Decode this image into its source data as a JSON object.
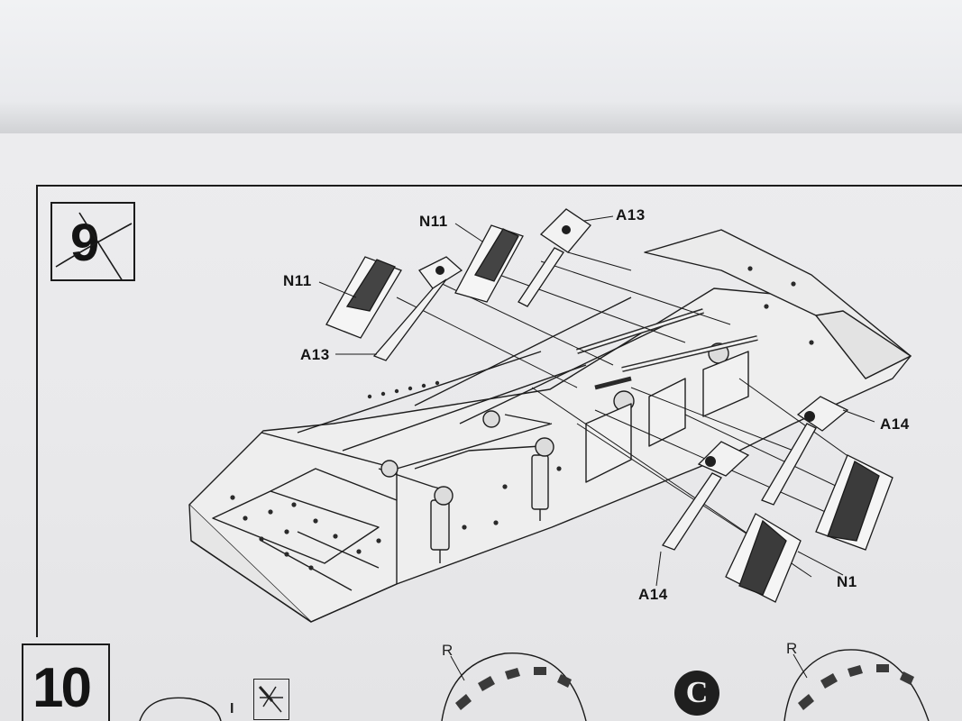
{
  "instruction_sheet": {
    "step_9": {
      "number": "9",
      "callouts": {
        "n11_top": "N11",
        "n11_left": "N11",
        "a13_top": "A13",
        "a13_left": "A13",
        "a14_right": "A14",
        "a14_bottom": "A14",
        "n1": "N1"
      }
    },
    "step_10": {
      "number": "10",
      "marker_i": "I",
      "tire_label_left": "R",
      "tire_label_right": "R",
      "circle_marker": "C"
    }
  },
  "icons": {
    "crossed_out": "cross-out-mark-icon",
    "glue": "glue-brush-icon"
  }
}
